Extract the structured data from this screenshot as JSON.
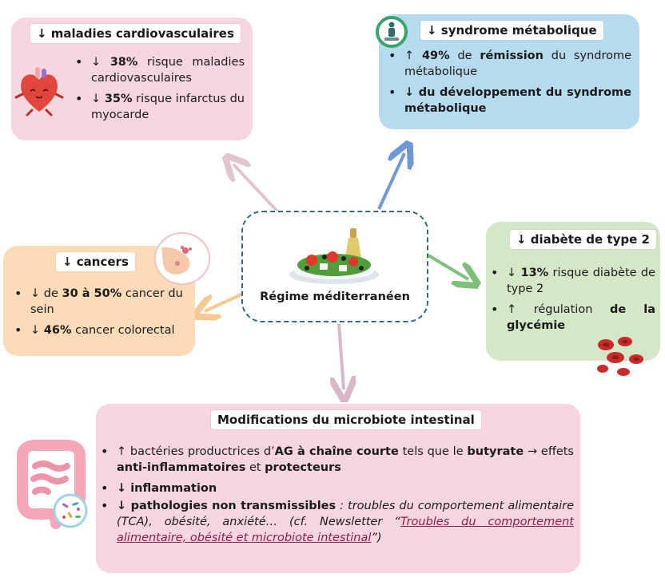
{
  "center": {
    "label": "Régime méditerranéen"
  },
  "cardio": {
    "title": "↓ maladies cardiovasculaires",
    "b1_arrow": "↓",
    "b1_value": "38%",
    "b1_text": " risque maladies cardiovasculaires",
    "b2_arrow": "↓",
    "b2_value": "35%",
    "b2_text": " risque infarctus du myocarde"
  },
  "meta": {
    "title": "↓ syndrome métabolique",
    "b1_arrow": "↑",
    "b1_value": "49%",
    "b1_mid": " de ",
    "b1_bold": "rémission",
    "b1_text": " du syndrome métabolique",
    "b2_bold": "↓ du développement du syndrome métabolique"
  },
  "cancer": {
    "title": "↓ cancers",
    "b1_pre": "↓ de ",
    "b1_value": "30 à 50%",
    "b1_text": " cancer du sein",
    "b2_pre": "↓ ",
    "b2_value": "46%",
    "b2_text": " cancer colorectal"
  },
  "diab": {
    "title": "↓ diabète de type 2",
    "b1_pre": "↓ ",
    "b1_value": "13%",
    "b1_text": " risque diabète de type 2",
    "b2_pre": "↑ régulation ",
    "b2_bold": "de la glycémie"
  },
  "micro": {
    "title": "Modifications du microbiote intestinal",
    "b1_a": "↑ bactéries productrices d’",
    "b1_b": "AG à chaîne courte",
    "b1_c": " tels que le ",
    "b1_d": "butyrate",
    "b1_e": " → effets ",
    "b1_f": "anti-inflammatoires",
    "b1_g": " et ",
    "b1_h": "protecteurs",
    "b2": "↓ inflammation",
    "b3_bold": "↓ pathologies non transmissibles",
    "b3_italic": " : troubles du comportement alimentaire (TCA), obésité, anxiété… (cf. Newsletter “",
    "b3_link": "Troubles du comportement alimentaire, obésité et microbiote intestinal",
    "b3_end": "”)"
  },
  "colors": {
    "cardio_bg": "#f7d6e0",
    "meta_bg": "#b6dbef",
    "cancer_bg": "#fcdcb8",
    "diab_bg": "#d4e8c8",
    "micro_bg": "#f7d6e0",
    "center_border": "#2c6d8c",
    "arrow_pink": "#e0c4ce",
    "arrow_blue": "#6f98d4",
    "arrow_green": "#7fbf79",
    "arrow_orange": "#f6c98f",
    "arrow_mauve": "#d8b8c8"
  },
  "icons": [
    "heart-icon",
    "person-scale-icon",
    "breast-icon",
    "blood-cells-icon",
    "intestine-icon",
    "salad-icon"
  ]
}
